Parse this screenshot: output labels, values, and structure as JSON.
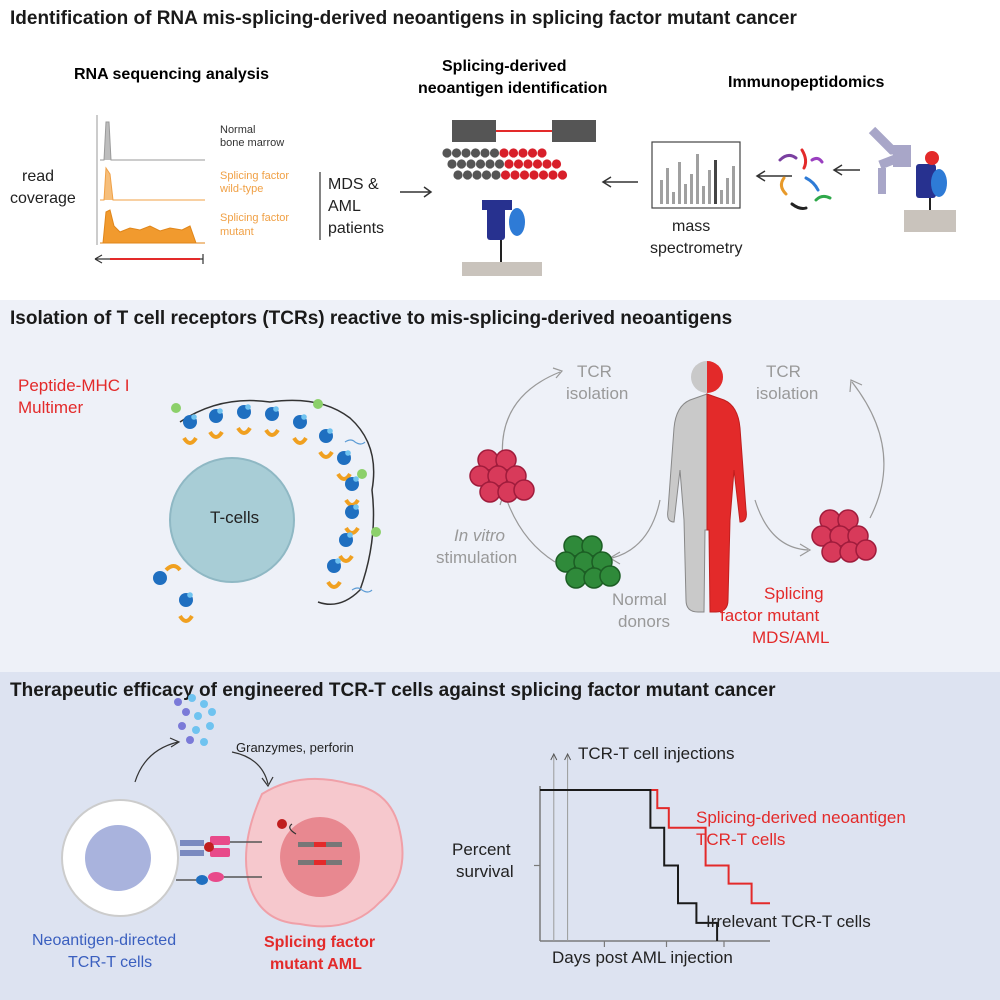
{
  "panel1": {
    "title": "Identification of RNA mis-splicing-derived neoantigens in splicing factor mutant cancer",
    "rnaseq": {
      "heading": "RNA sequencing analysis",
      "read_label_1": "read",
      "read_label_2": "coverage",
      "track1_l1": "Normal",
      "track1_l2": "bone marrow",
      "track2_l1": "Splicing factor",
      "track2_l2": "wild-type",
      "track3_l1": "Splicing factor",
      "track3_l2": "mutant",
      "patients_l1": "MDS &",
      "patients_l2": "AML",
      "patients_l3": "patients"
    },
    "neoid": {
      "heading_l1": "Splicing-derived",
      "heading_l2": "neoantigen identification"
    },
    "immuno": {
      "heading": "Immunopeptidomics",
      "ms_l1": "mass",
      "ms_l2": "spectrometry"
    }
  },
  "panel2": {
    "title": "Isolation of T cell receptors (TCRs) reactive to mis-splicing-derived neoantigens",
    "multimer_l1": "Peptide-MHC I",
    "multimer_l2": "Multimer",
    "tcell_label": "T-cells",
    "tcr_left_l1": "TCR",
    "tcr_left_l2": "isolation",
    "tcr_right_l1": "TCR",
    "tcr_right_l2": "isolation",
    "invitro_l1": "In vitro",
    "invitro_l2": "stimulation",
    "normal_l1": "Normal",
    "normal_l2": "donors",
    "mutant_l1": "Splicing",
    "mutant_l2": "factor mutant",
    "mutant_l3": "MDS/AML"
  },
  "panel3": {
    "title": "Therapeutic efficacy of engineered TCR-T cells against splicing factor mutant cancer",
    "granzymes": "Granzymes, perforin",
    "tcrt_l1": "Neoantigen-directed",
    "tcrt_l2": "TCR-T cells",
    "aml_l1": "Splicing factor",
    "aml_l2": "mutant AML",
    "injections": "TCR-T cell injections",
    "ylabel_l1": "Percent",
    "ylabel_l2": "survival",
    "xlabel": "Days post AML injection"
  },
  "chart_data": {
    "type": "line",
    "title": "",
    "xlabel": "Days post AML injection",
    "ylabel": "Percent survival",
    "annotations": [
      "TCR-T cell injections"
    ],
    "series": [
      {
        "name": "Splicing-derived neoantigen TCR-T cells",
        "color": "#e32a2a",
        "x": [
          0,
          0.51,
          0.51,
          0.56,
          0.56,
          0.72,
          0.72,
          0.82,
          0.82,
          0.92,
          0.92,
          1.0
        ],
        "y": [
          1.0,
          1.0,
          0.88,
          0.88,
          0.75,
          0.75,
          0.5,
          0.5,
          0.38,
          0.38,
          0.25,
          0.25
        ]
      },
      {
        "name": "Irrelevant TCR-T cells",
        "color": "#1a1a1a",
        "x": [
          0,
          0.48,
          0.48,
          0.54,
          0.54,
          0.6,
          0.6,
          0.68,
          0.68,
          0.77,
          0.77
        ],
        "y": [
          1.0,
          1.0,
          0.75,
          0.75,
          0.5,
          0.5,
          0.25,
          0.25,
          0.12,
          0.12,
          0.0
        ]
      }
    ],
    "legend_labels": [
      {
        "l1": "Splicing-derived neoantigen",
        "l2": "TCR-T cells"
      },
      {
        "l1": "Irrelevant TCR-T cells"
      }
    ],
    "colors": {
      "neoantigen": "#e32a2a",
      "irrelevant": "#1a1a1a",
      "axis": "#7a7a7a"
    }
  }
}
